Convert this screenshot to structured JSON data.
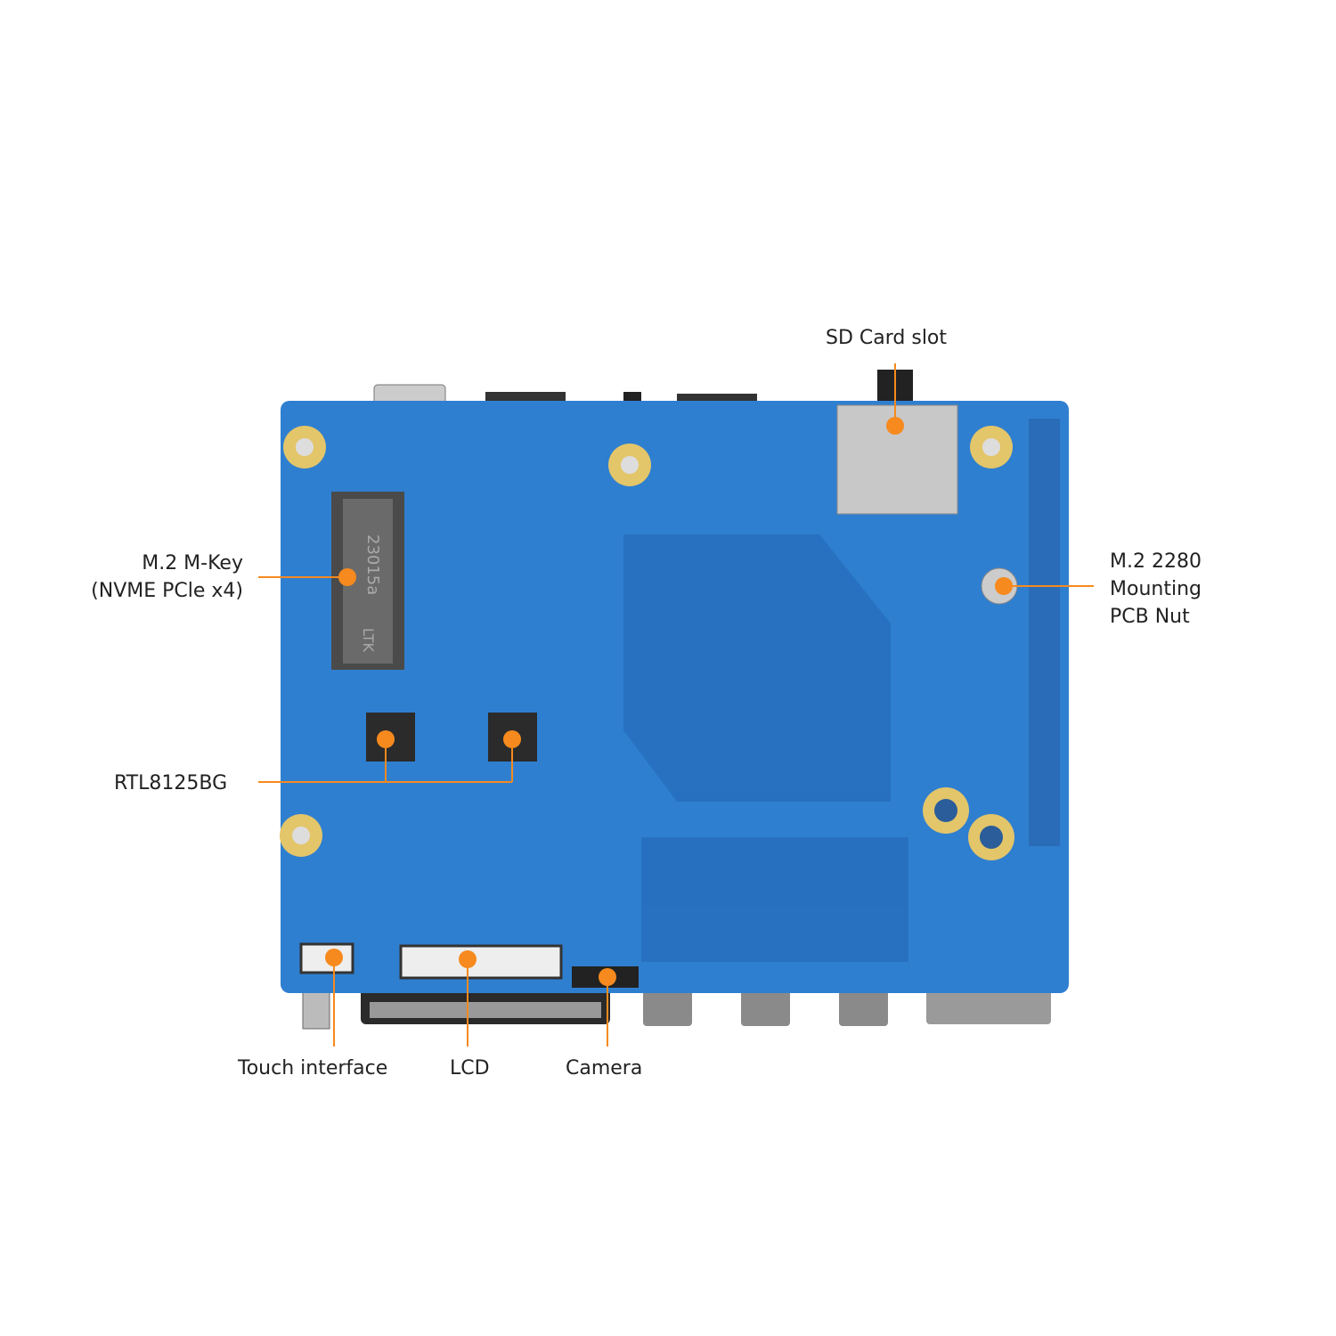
{
  "callouts": {
    "sd_card": "SD Card slot",
    "m2_mkey_line1": "M.2 M-Key",
    "m2_mkey_line2": "(NVME PCle x4)",
    "rtl": "RTL8125BG",
    "nut_line1": "M.2 2280",
    "nut_line2": "Mounting",
    "nut_line3": "PCB Nut",
    "touch": "Touch interface",
    "lcd": "LCD",
    "camera": "Camera"
  },
  "board_markings": {
    "m2_slot_text": "23015a",
    "m2_slot_brand": "LTK"
  },
  "colors": {
    "accent": "#f68a1e",
    "pcb": "#2f7fd0",
    "pcb_dark": "#1f63b0",
    "pad_gold": "#e3c56a"
  }
}
